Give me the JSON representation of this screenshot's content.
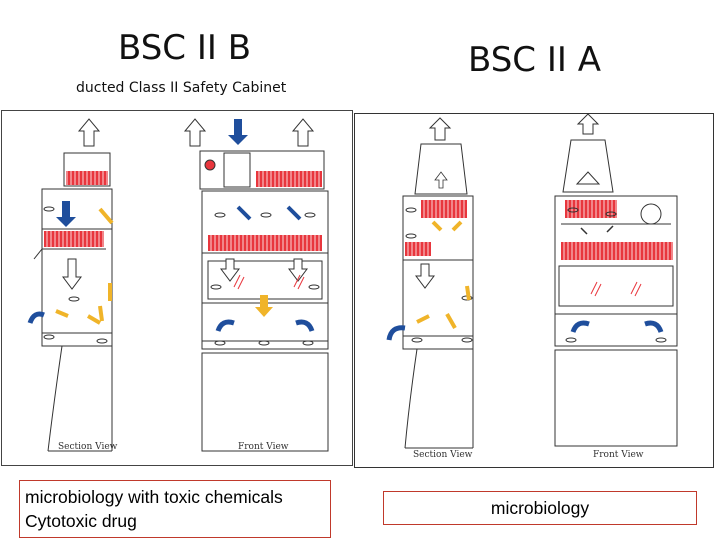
{
  "headers": {
    "bsc2b_title": "BSC II B",
    "bsc2b_subtitle": "ducted Class II Safety Cabinet",
    "bsc2a_title": "BSC II A"
  },
  "diagram_labels": {
    "b_section": "Section View",
    "b_front": "Front View",
    "a_section": "Section View",
    "a_front": "Front View"
  },
  "captions": {
    "b_line1": "microbiology with toxic chemicals",
    "b_line2": "Cytotoxic drug",
    "a_line1": "microbiology"
  },
  "colors": {
    "filter_red": "#e8363d",
    "arrow_blue": "#1f4e9c",
    "arrow_yellow": "#f0b429",
    "caption_border": "#c0392b",
    "panel_border": "#333333"
  }
}
